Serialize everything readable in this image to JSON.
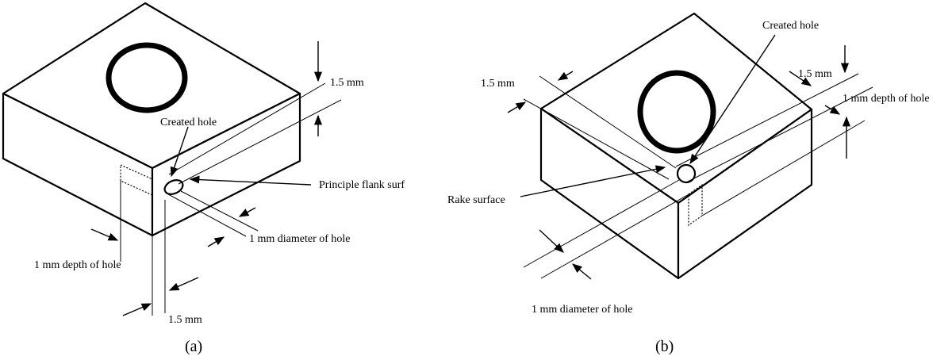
{
  "figure_a": {
    "caption": "(a)",
    "labels": {
      "created_hole": "Created hole",
      "principle_flank": "Principle flank surf",
      "top_offset": "1.5 mm",
      "diameter": "1 mm diameter of hole",
      "depth": "1 mm  depth of hole",
      "side_offset": "1.5 mm"
    }
  },
  "figure_b": {
    "caption": "(b)",
    "labels": {
      "created_hole": "Created hole",
      "left_offset": "1.5 mm",
      "right_offset": "1.5 mm",
      "depth": "1 mm depth of hole",
      "rake_surface": "Rake surface",
      "diameter": "1 mm diameter of hole"
    }
  }
}
